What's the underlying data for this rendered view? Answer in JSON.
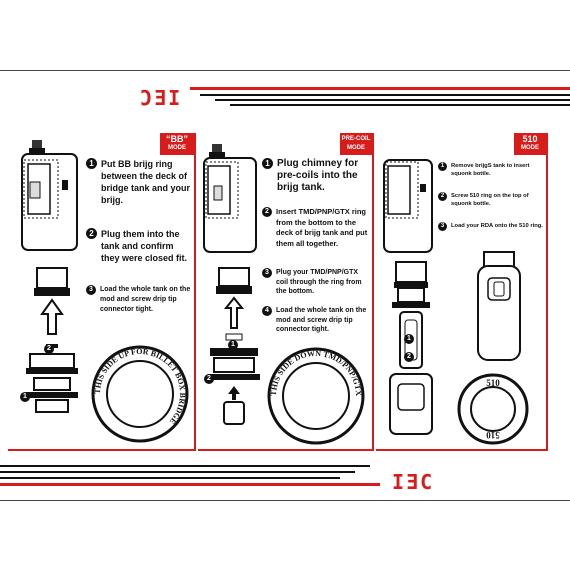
{
  "logos": {
    "top": "ϽƎI",
    "bottom": "IƎC"
  },
  "colors": {
    "accent": "#d81c1c",
    "ink": "#111111"
  },
  "panels": [
    {
      "badge_top": "“BB”",
      "badge_bottom": "MODE",
      "steps": [
        {
          "num": "1",
          "text": "Put BB brijg ring between the deck of bridge tank and your brijg."
        },
        {
          "num": "2",
          "text": "Plug them into the tank and confirm they were closed fit."
        },
        {
          "num": "3",
          "text": "Load the whole tank on the mod and screw drip tip connector tight."
        }
      ],
      "ring_text": "THIS SIDE UP FOR BILLET BOX BRIDGE",
      "callouts": [
        "2",
        "1"
      ]
    },
    {
      "badge_top": "PRE-COIL",
      "badge_bottom": "MODE",
      "steps": [
        {
          "num": "1",
          "text": "Plug chimney for pre-coils into the brijg tank."
        },
        {
          "num": "2",
          "text": "Insert TMD/PNP/GTX ring from the bottom to the deck of brijg tank and put them all together."
        },
        {
          "num": "3",
          "text": "Plug your TMD/PNP/GTX coil through the ring from the bottom."
        },
        {
          "num": "4",
          "text": "Load the whole tank on the mod and screw drip tip connector tight."
        }
      ],
      "ring_text": "THIS SIDE DOWN TMD/PNP/GTX",
      "callouts": [
        "1",
        "2"
      ]
    },
    {
      "badge_top": "510",
      "badge_bottom": "MODE",
      "steps": [
        {
          "num": "1",
          "text": "Remove brijgS tank to insert squonk bottle."
        },
        {
          "num": "2",
          "text": "Screw 510 ring on the top of squonk bottle."
        },
        {
          "num": "3",
          "text": "Load your RDA onto the 510 ring."
        }
      ],
      "ring_text": "510",
      "ring_text_bottom": "510",
      "callouts": [
        "1",
        "2"
      ]
    }
  ]
}
